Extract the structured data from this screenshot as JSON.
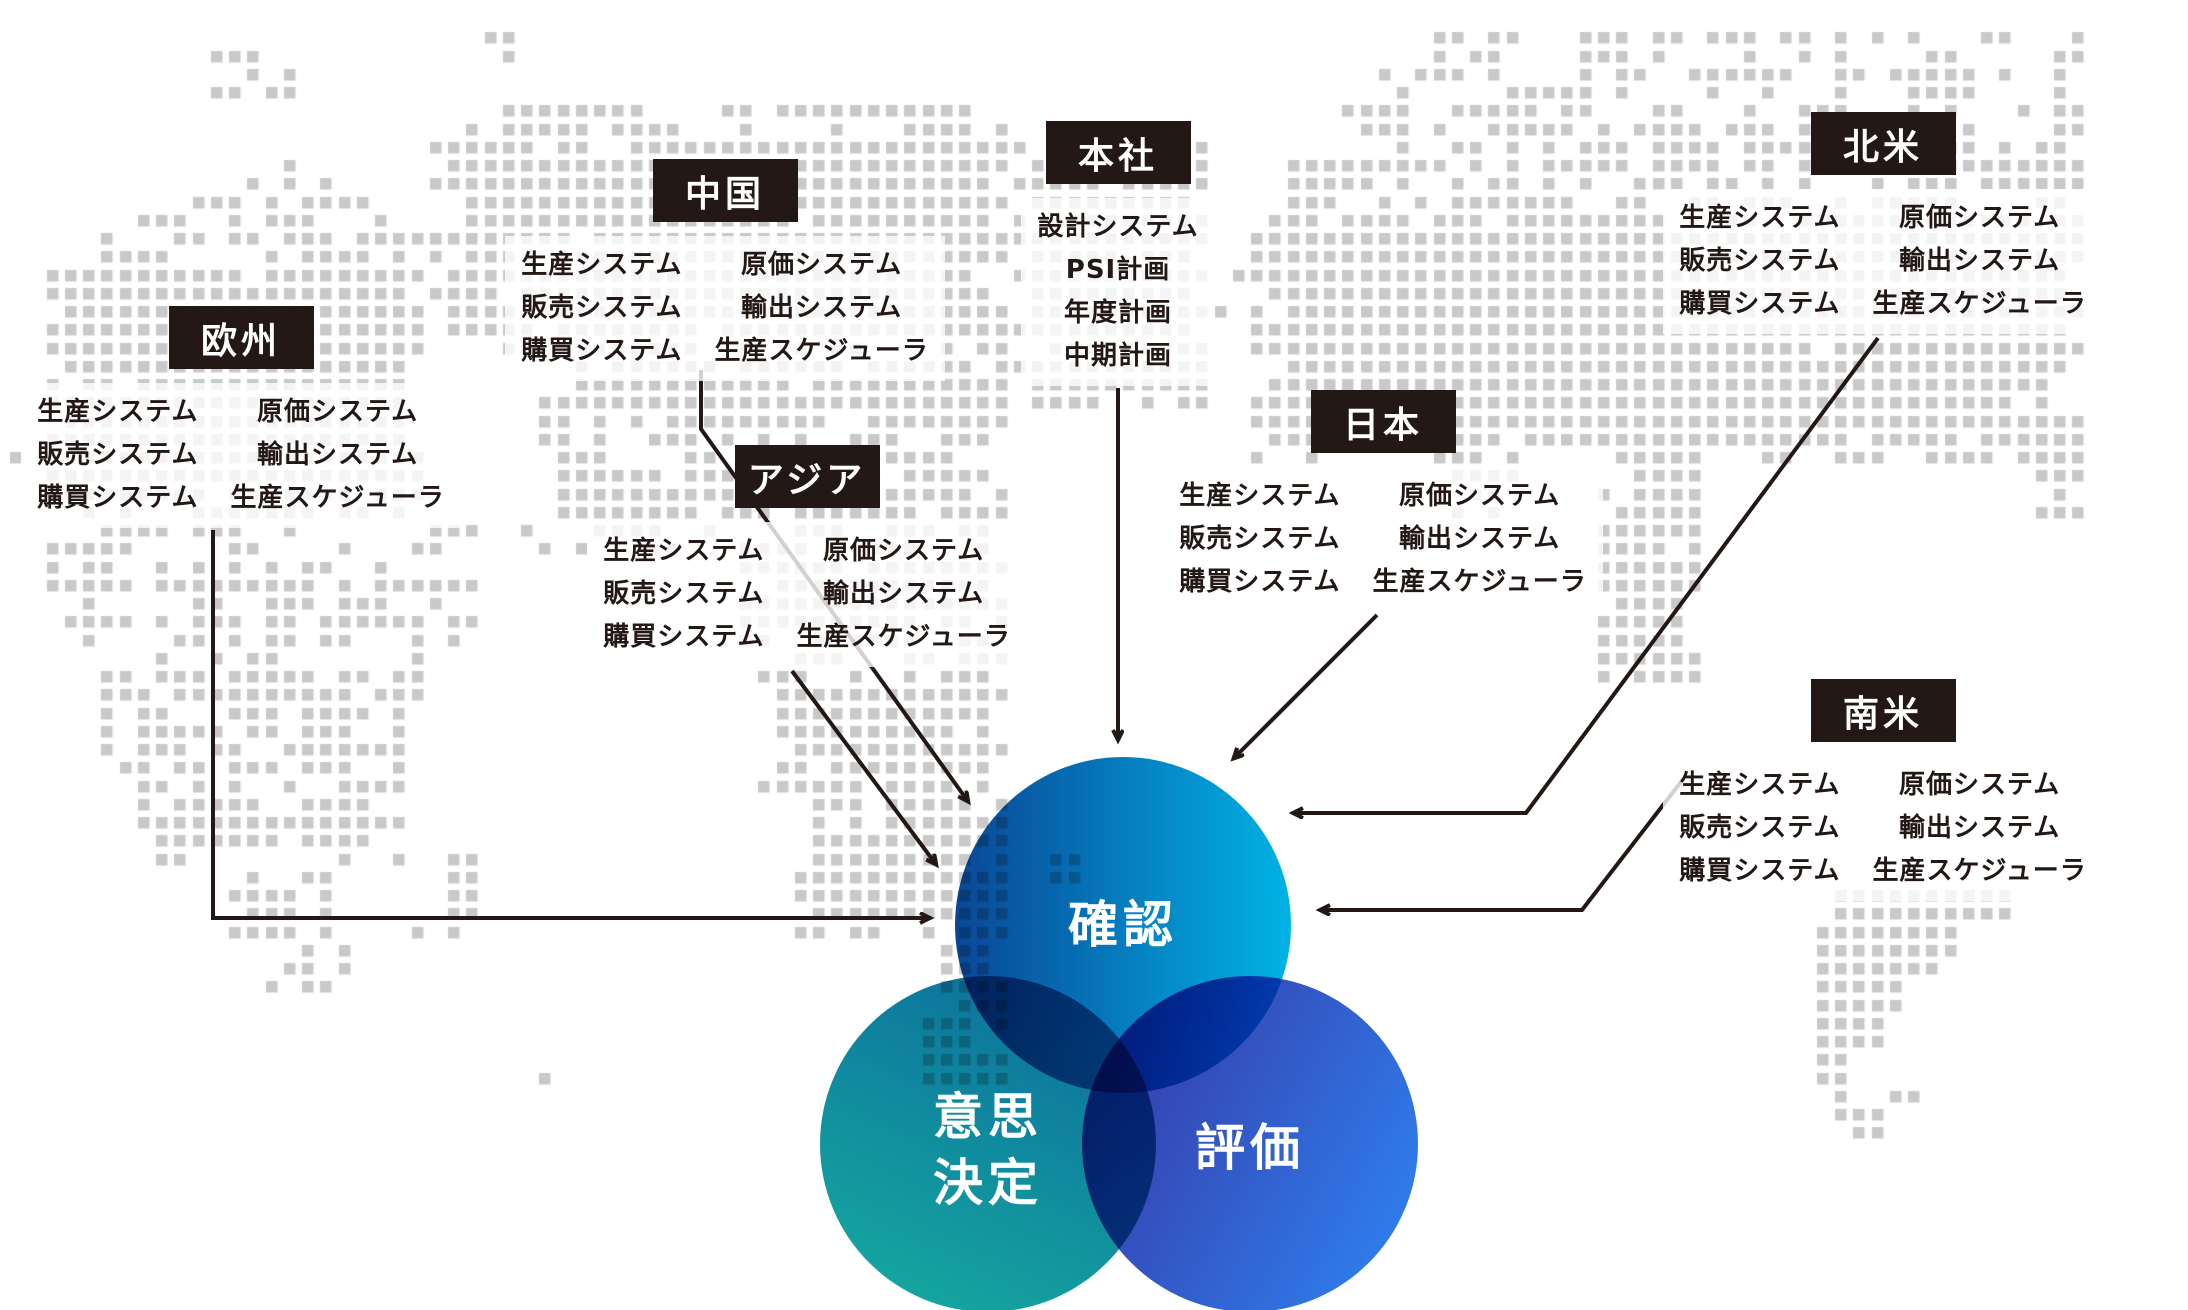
{
  "colors": {
    "ink": "#231815",
    "dot": "#c9c9c9",
    "background": "#ffffff"
  },
  "regions": [
    {
      "id": "europe",
      "label": "欧州",
      "items_left": [
        "生産システム",
        "販売システム",
        "購買システム"
      ],
      "items_right": [
        "原価システム",
        "輸出システム",
        "生産スケジューラ"
      ]
    },
    {
      "id": "china",
      "label": "中国",
      "items_left": [
        "生産システム",
        "販売システム",
        "購買システム"
      ],
      "items_right": [
        "原価システム",
        "輸出システム",
        "生産スケジューラ"
      ]
    },
    {
      "id": "hq",
      "label": "本社",
      "items": [
        "設計システム",
        "PSI計画",
        "年度計画",
        "中期計画"
      ]
    },
    {
      "id": "north-america",
      "label": "北米",
      "items_left": [
        "生産システム",
        "販売システム",
        "購買システム"
      ],
      "items_right": [
        "原価システム",
        "輸出システム",
        "生産スケジューラ"
      ]
    },
    {
      "id": "japan",
      "label": "日本",
      "items_left": [
        "生産システム",
        "販売システム",
        "購買システム"
      ],
      "items_right": [
        "原価システム",
        "輸出システム",
        "生産スケジューラ"
      ]
    },
    {
      "id": "asia",
      "label": "アジア",
      "items_left": [
        "生産システム",
        "販売システム",
        "購買システム"
      ],
      "items_right": [
        "原価システム",
        "輸出システム",
        "生産スケジューラ"
      ]
    },
    {
      "id": "south-america",
      "label": "南米",
      "items_left": [
        "生産システム",
        "販売システム",
        "購買システム"
      ],
      "items_right": [
        "原価システム",
        "輸出システム",
        "生産スケジューラ"
      ]
    }
  ],
  "venn": {
    "circles": [
      {
        "id": "confirm",
        "label": "確認",
        "gradient": [
          "#0a4796",
          "#00b2e5"
        ],
        "angle": "90deg"
      },
      {
        "id": "decision",
        "label": "意思決定",
        "line1": "意思",
        "line2": "決定",
        "gradient": [
          "#0b689c",
          "#16ada0"
        ],
        "angle": "205deg"
      },
      {
        "id": "evaluation",
        "label": "評価",
        "gradient": [
          "#37329f",
          "#2e86f5"
        ],
        "angle": "118deg"
      }
    ]
  }
}
